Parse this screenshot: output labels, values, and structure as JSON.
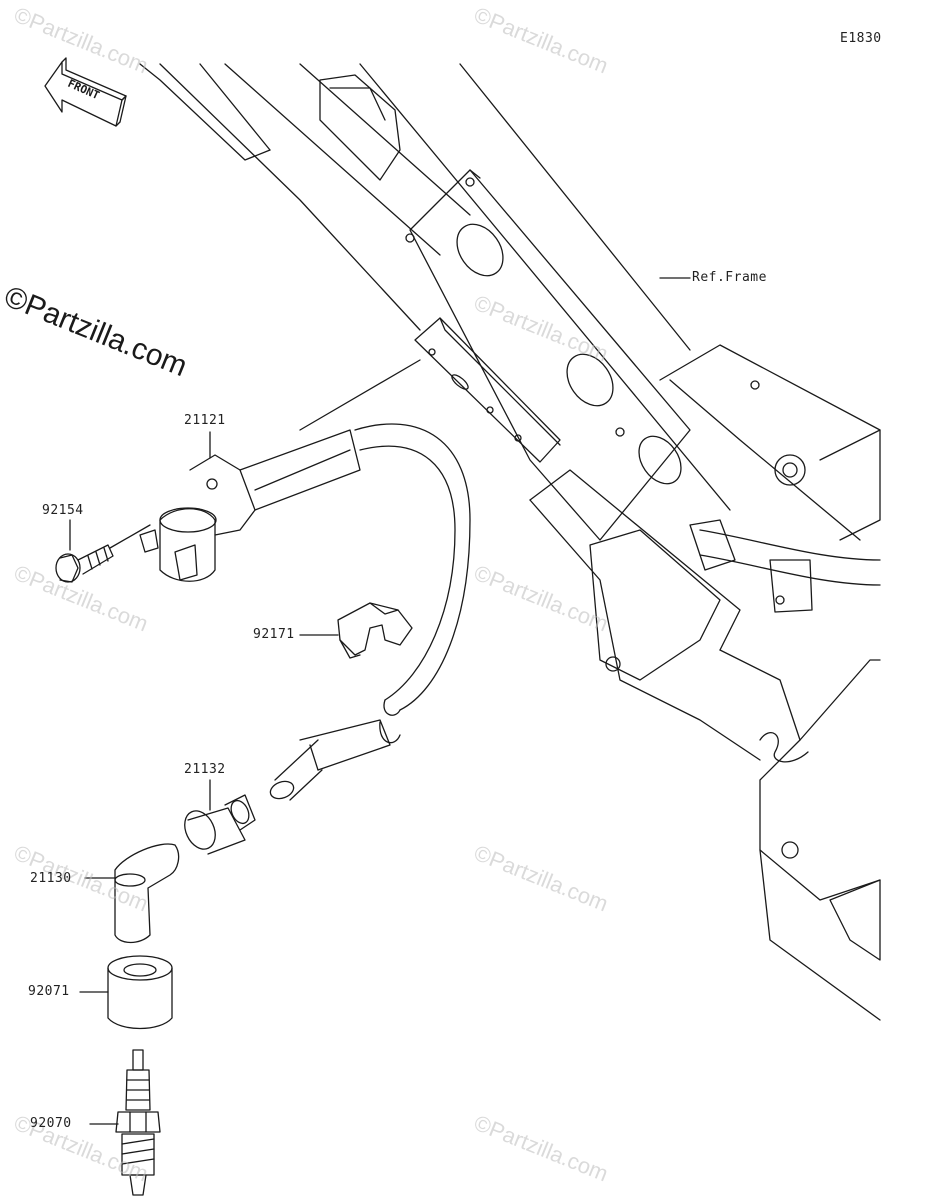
{
  "diagram_code": "E1830",
  "front_label": "FRONT",
  "ref_label": "Ref.Frame",
  "watermark_main": "©Partzilla.com",
  "watermark_repeat": "©Partzilla.com",
  "parts": [
    {
      "number": "21121",
      "name": "ignition-coil"
    },
    {
      "number": "92154",
      "name": "bolt"
    },
    {
      "number": "92171",
      "name": "clamp"
    },
    {
      "number": "21132",
      "name": "cap-seal"
    },
    {
      "number": "21130",
      "name": "plug-cap"
    },
    {
      "number": "92071",
      "name": "cap-boot"
    },
    {
      "number": "92070",
      "name": "spark-plug"
    }
  ]
}
